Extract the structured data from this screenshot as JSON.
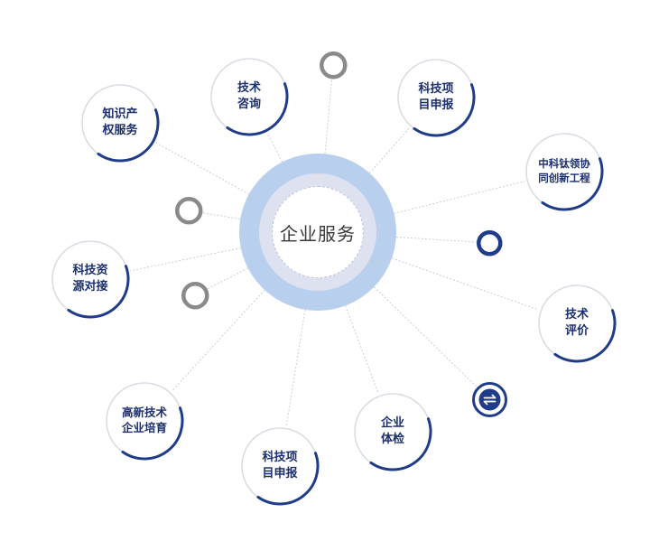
{
  "center": {
    "label": "企业服务"
  },
  "services": [
    {
      "id": "ip",
      "lines": [
        "知识产",
        "权服务"
      ]
    },
    {
      "id": "consult",
      "lines": [
        "技术",
        "咨询"
      ]
    },
    {
      "id": "project-top",
      "lines": [
        "科技项",
        "目申报"
      ]
    },
    {
      "id": "zhongke",
      "lines": [
        "中科钛领协",
        "同创新工程"
      ]
    },
    {
      "id": "evaluation",
      "lines": [
        "技术",
        "评价"
      ]
    },
    {
      "id": "checkup",
      "lines": [
        "企业",
        "体检"
      ]
    },
    {
      "id": "project-bottom",
      "lines": [
        "科技项",
        "目申报"
      ]
    },
    {
      "id": "hightech",
      "lines": [
        "高新技术",
        "企业培育"
      ]
    },
    {
      "id": "resource",
      "lines": [
        "科技资",
        "源对接"
      ]
    }
  ],
  "colors": {
    "arc": "#1f3c8a",
    "ring_light": "#d7dce3",
    "connector": "#c9ced6",
    "outer_ring": "#b8d0ee",
    "middle_ring": "#dee1f0",
    "text": "#1b2f6e",
    "deco_gray": "#8a8a8a",
    "deco_navy": "#1f3c8a",
    "deco_icon_fill": "#1f3c8a"
  },
  "decorations": [
    {
      "id": "gray-ring-top",
      "icon": "ring-icon"
    },
    {
      "id": "gray-ring-left-upper",
      "icon": "ring-icon"
    },
    {
      "id": "gray-ring-left-lower",
      "icon": "ring-icon"
    },
    {
      "id": "navy-ring-right",
      "icon": "ring-icon"
    },
    {
      "id": "exchange-badge",
      "icon": "exchange-arrows-icon"
    }
  ]
}
